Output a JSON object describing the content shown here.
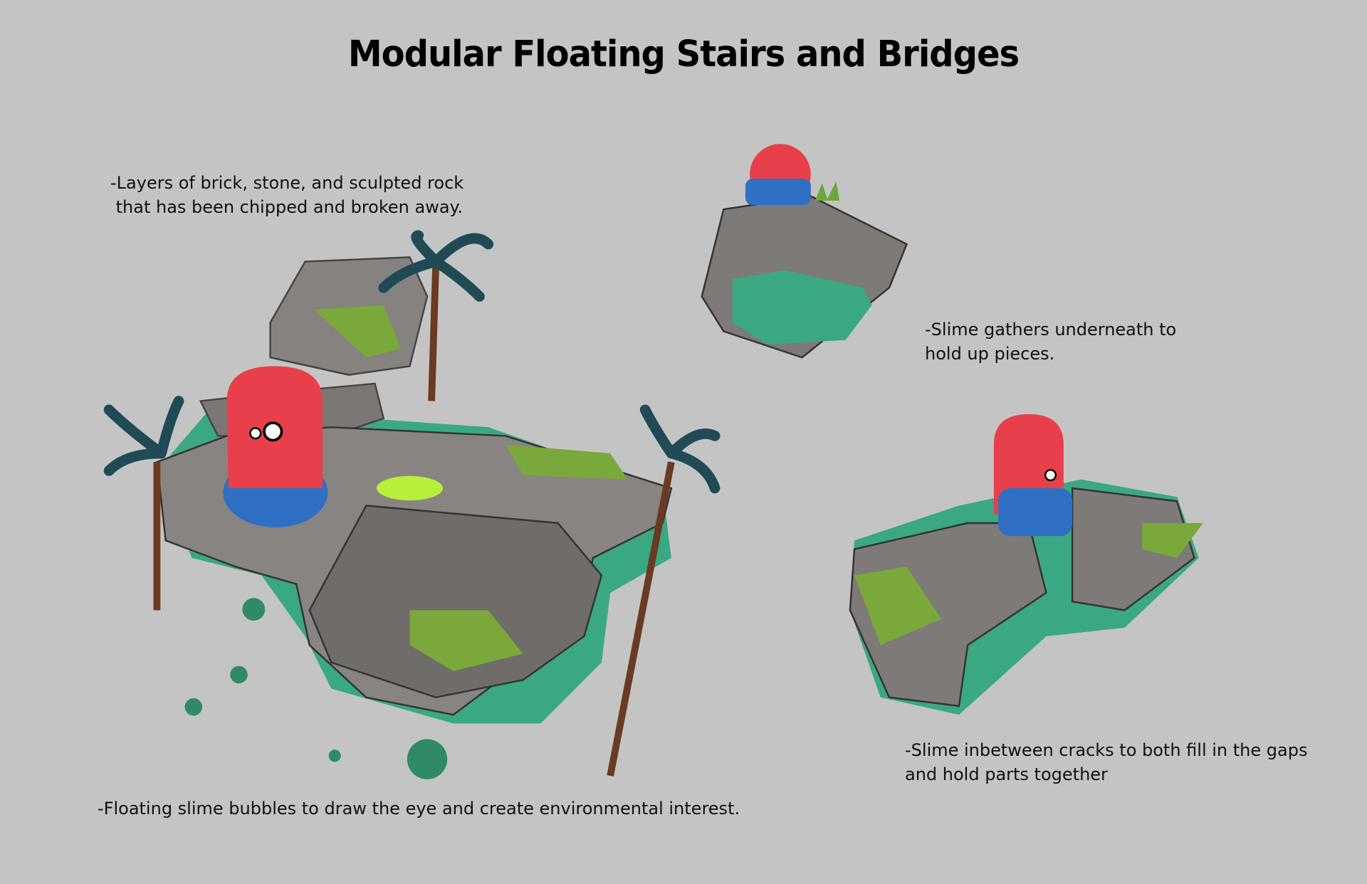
{
  "title": "Modular Floating Stairs and Bridges",
  "notes": {
    "layers": "-Layers of brick, stone, and sculpted rock\n that has been chipped and broken away.",
    "slime_underneath": "-Slime gathers underneath to\nhold up pieces.",
    "bubbles": "-Floating slime bubbles to draw the eye and create environmental interest.",
    "cracks": "-Slime inbetween cracks to both fill in the gaps\nand hold parts together"
  },
  "colors": {
    "background": "#c4c4c4",
    "stone": "#7d7a78",
    "slime": "#3aa883",
    "moss": "#7aa83a",
    "character_fur": "#e8404a",
    "character_jacket": "#2f6fc4"
  }
}
